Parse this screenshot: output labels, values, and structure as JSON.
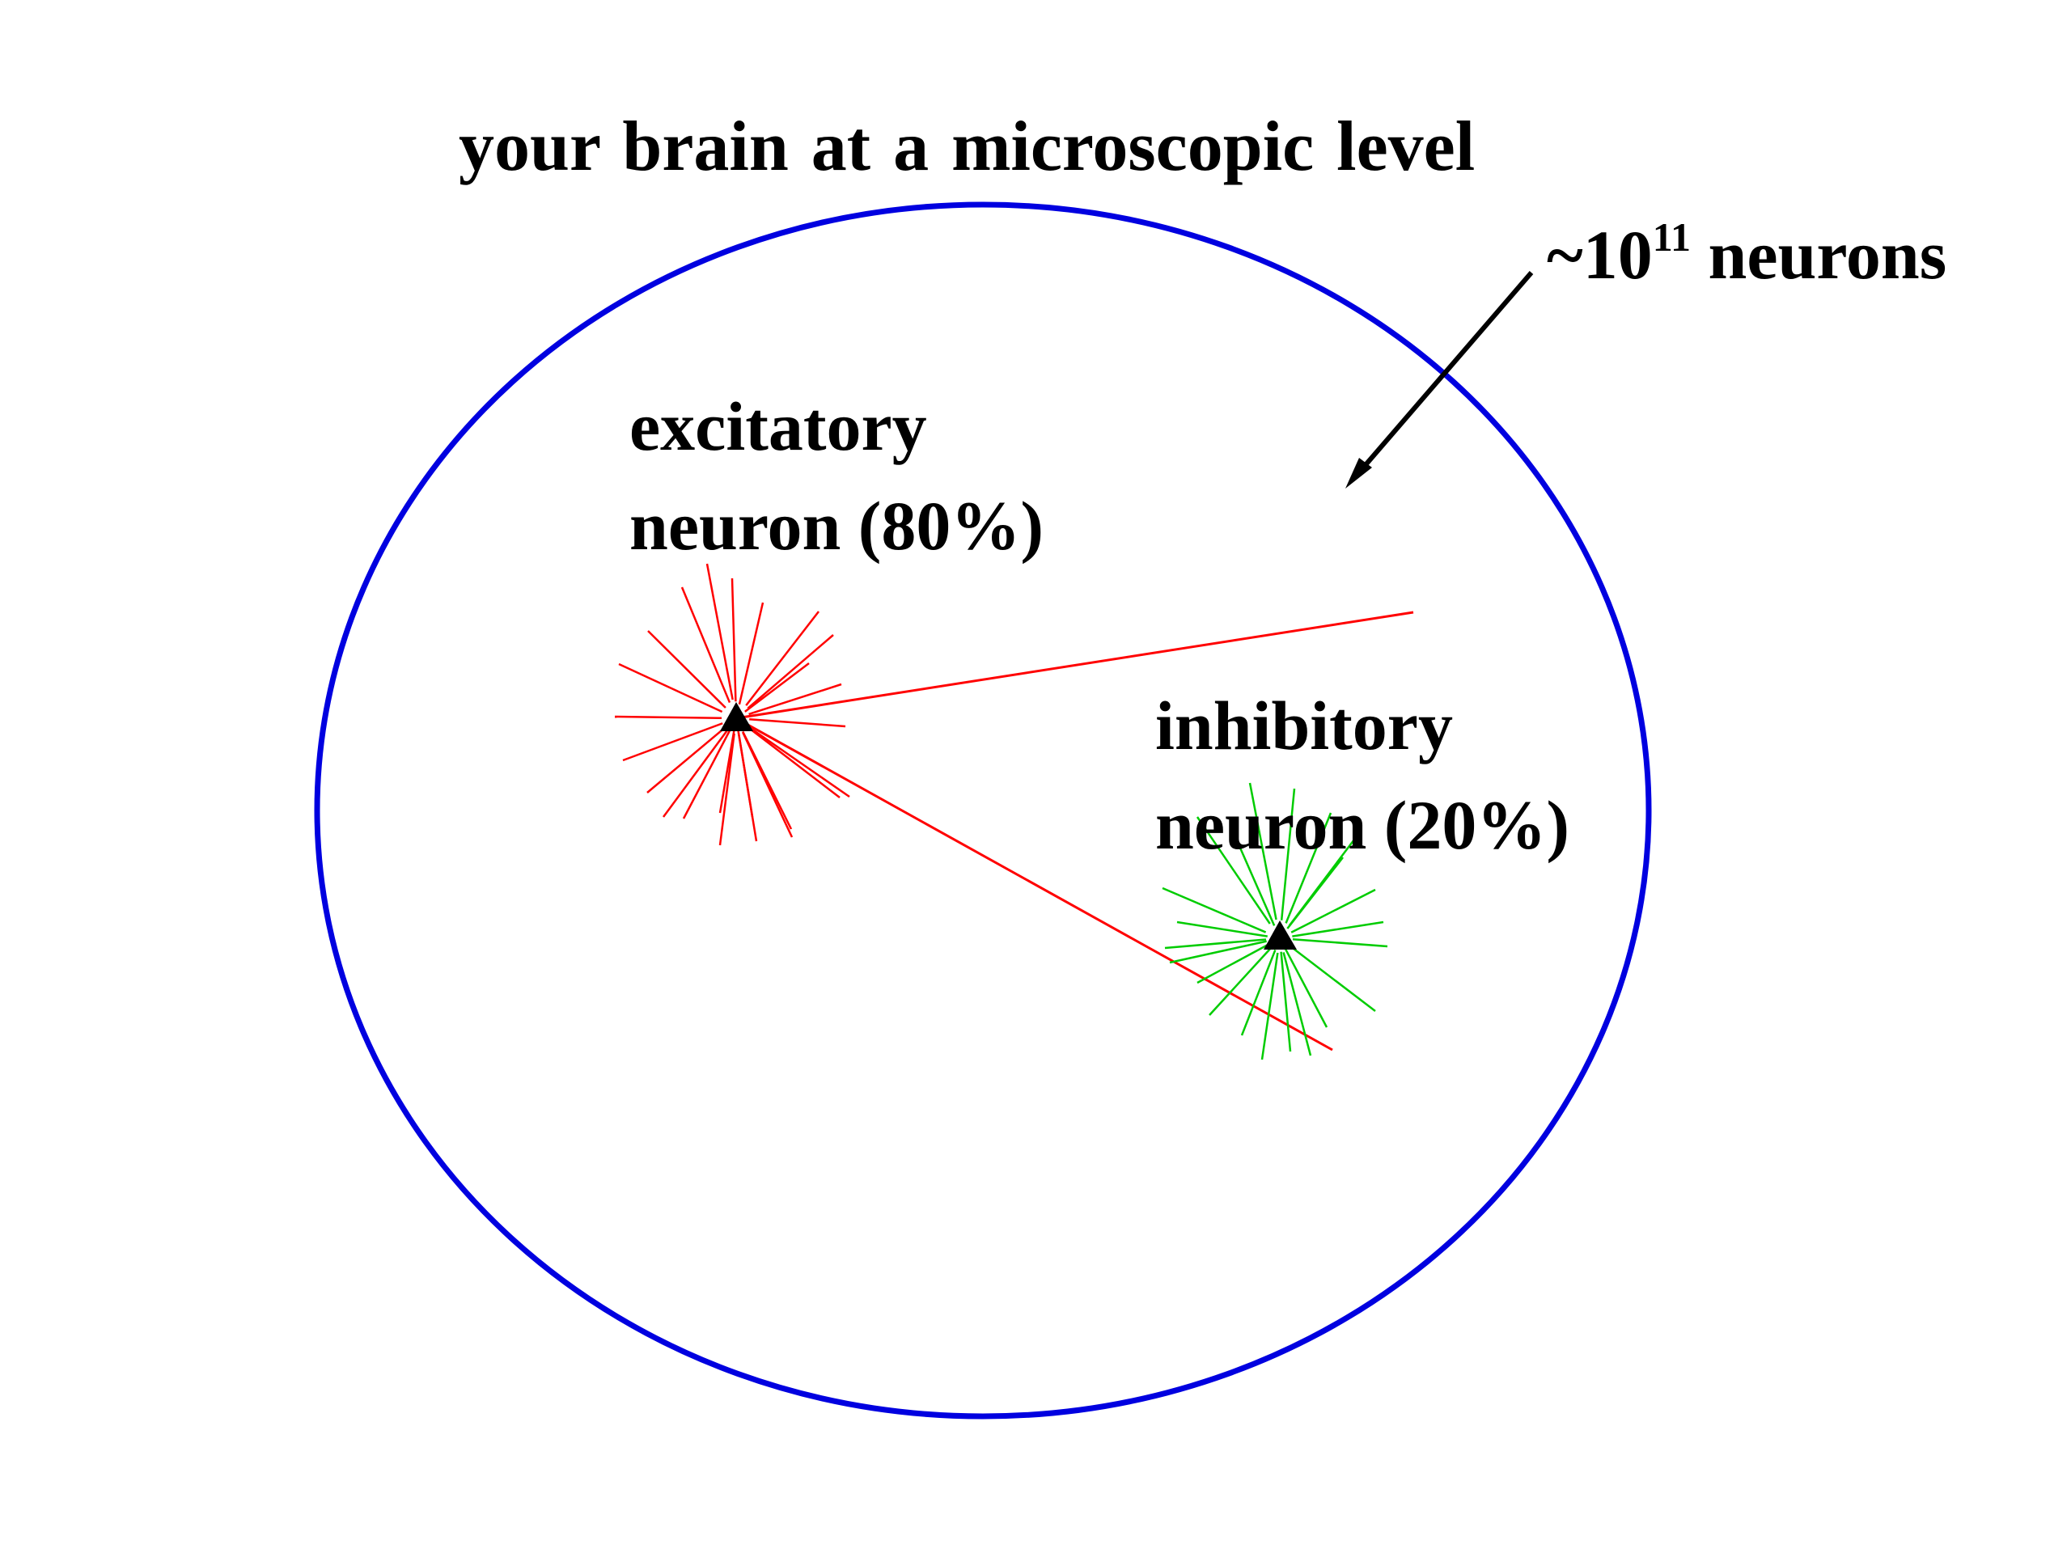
{
  "title": "your  brain at a microscopic level",
  "count_label": {
    "prefix": "~10",
    "exponent": "11",
    "suffix": " neurons"
  },
  "excitatory": {
    "line1": "excitatory",
    "line2": "neuron (80%)",
    "color": "#ff0000"
  },
  "inhibitory": {
    "line1": "inhibitory",
    "line2": "neuron (20%)",
    "color": "#00cc00"
  },
  "brain_outline_color": "#0000e0",
  "soma_color": "#000000"
}
